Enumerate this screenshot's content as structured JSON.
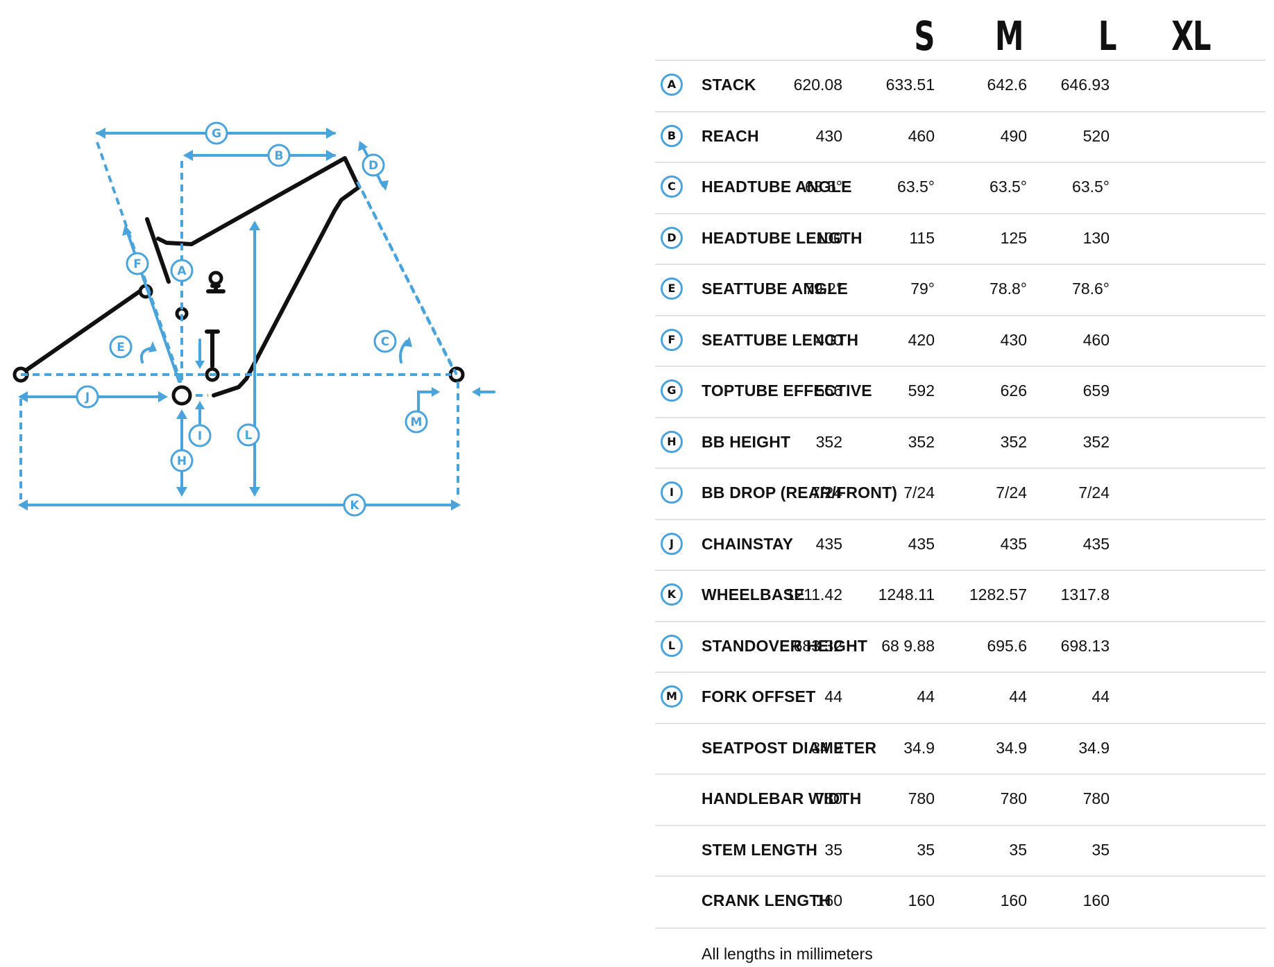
{
  "sizes": [
    "S",
    "M",
    "L",
    "XL"
  ],
  "rows": [
    {
      "letter": "A",
      "name": "STACK",
      "values": [
        "620.08",
        "633.51",
        "642.6",
        "646.93"
      ]
    },
    {
      "letter": "B",
      "name": "REACH",
      "values": [
        "430",
        "460",
        "490",
        "520"
      ]
    },
    {
      "letter": "C",
      "name": "HEADTUBE ANGLE",
      "values": [
        "63.5°",
        "63.5°",
        "63.5°",
        "63.5°"
      ]
    },
    {
      "letter": "D",
      "name": "HEADTUBE LENGTH",
      "values": [
        "100",
        "115",
        "125",
        "130"
      ]
    },
    {
      "letter": "E",
      "name": "SEATTUBE ANGLE",
      "values": [
        "79.2°",
        "79°",
        "78.8°",
        "78.6°"
      ]
    },
    {
      "letter": "F",
      "name": "SEATTUBE LENGTH",
      "values": [
        "400",
        "420",
        "430",
        "460"
      ]
    },
    {
      "letter": "G",
      "name": "TOPTUBE EFFECTIVE",
      "values": [
        "556",
        "592",
        "626",
        "659"
      ]
    },
    {
      "letter": "H",
      "name": "BB HEIGHT",
      "values": [
        "352",
        "352",
        "352",
        "352"
      ]
    },
    {
      "letter": "I",
      "name": "BB DROP (REAR/FRONT)",
      "values": [
        "7/24",
        "7/24",
        "7/24",
        "7/24"
      ]
    },
    {
      "letter": "J",
      "name": "CHAINSTAY",
      "values": [
        "435",
        "435",
        "435",
        "435"
      ]
    },
    {
      "letter": "K",
      "name": "WHEELBASE",
      "values": [
        "1211.42",
        "1248.11",
        "1282.57",
        "1317.8"
      ]
    },
    {
      "letter": "L",
      "name": "STANDOVER HEIGHT",
      "values": [
        "683.32",
        "68 9.88",
        "695.6",
        "698.13"
      ]
    },
    {
      "letter": "M",
      "name": "FORK OFFSET",
      "values": [
        "44",
        "44",
        "44",
        "44"
      ]
    },
    {
      "letter": "",
      "name": "SEATPOST DIAMETER",
      "values": [
        "34.9",
        "34.9",
        "34.9",
        "34.9"
      ]
    },
    {
      "letter": "",
      "name": "HANDLEBAR WIDTH",
      "values": [
        "780",
        "780",
        "780",
        "780"
      ]
    },
    {
      "letter": "",
      "name": "STEM LENGTH",
      "values": [
        "35",
        "35",
        "35",
        "35"
      ]
    },
    {
      "letter": "",
      "name": "CRANK LENGTH",
      "values": [
        "160",
        "160",
        "160",
        "160"
      ]
    }
  ],
  "footnote": "All lengths in millimeters",
  "diagram_labels": [
    "A",
    "B",
    "C",
    "D",
    "E",
    "F",
    "G",
    "H",
    "I",
    "J",
    "K",
    "L",
    "M"
  ],
  "colors": {
    "accent": "#4ba3dc",
    "frame": "#111111",
    "rule": "#e3e3e3"
  }
}
